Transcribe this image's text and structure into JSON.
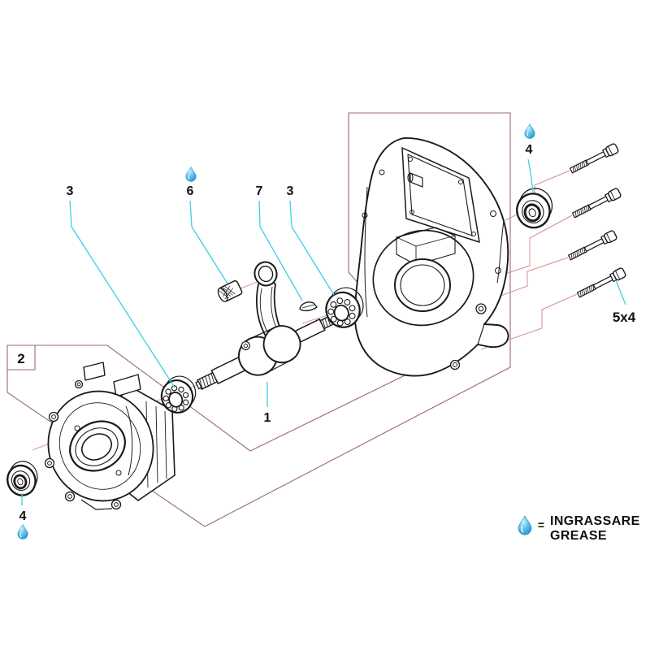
{
  "diagram": {
    "type": "exploded-parts-diagram",
    "part_labels": {
      "bearing_left": "3",
      "needle_cage": "6",
      "woodruff_key": "7",
      "bearing_right": "3",
      "oil_seal_right": "4",
      "crankcase_group": "2",
      "crankshaft": "1",
      "oil_seal_left": "4",
      "screws_qty": "5x4"
    },
    "legend": {
      "equals": "=",
      "line1": "INGRASSARE",
      "line2": "GREASE"
    },
    "colors": {
      "leader_cyan": "#3cd0e2",
      "group_line": "#9a6a6a",
      "axis_line": "#e59898",
      "zigzag_line": "#d98c8c",
      "drop_blue_dark": "#1888c4",
      "drop_blue_light": "#bfe9f8",
      "ink": "#1a1a1a",
      "background": "#ffffff"
    },
    "icons": {
      "grease_drop": "water-drop"
    }
  }
}
